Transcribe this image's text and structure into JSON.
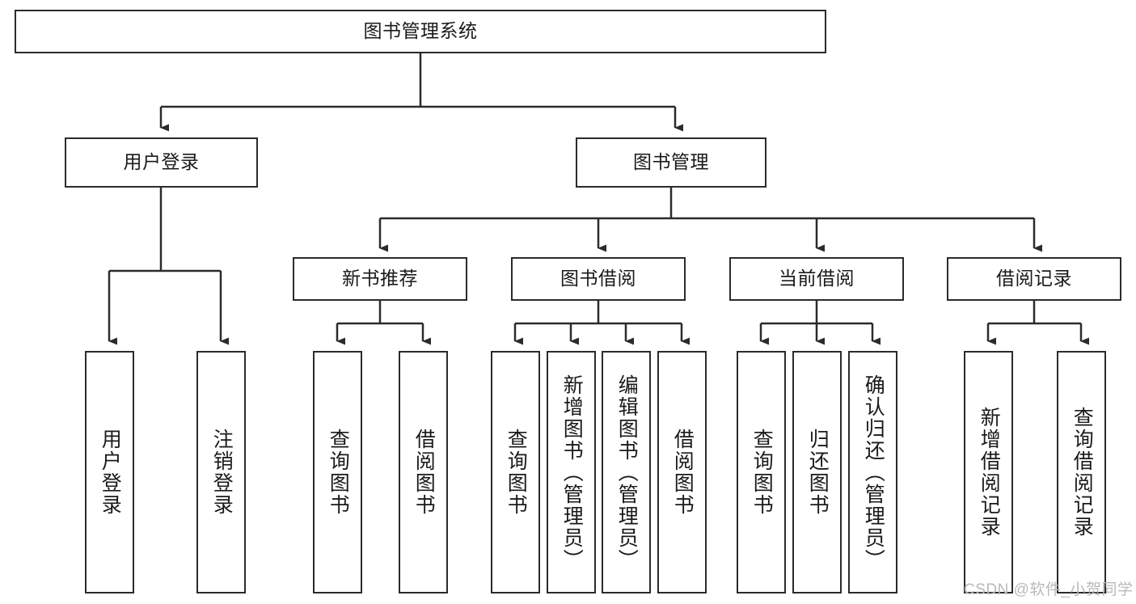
{
  "diagram": {
    "title": "图书管理系统",
    "type": "tree-hierarchy",
    "watermark": "CSDN @软件_小贺同学",
    "colors": {
      "stroke": "#2b2b2b",
      "fill": "#ffffff",
      "text": "#1a1a1a",
      "watermark": "#b9b9b9"
    },
    "levels": {
      "root": {
        "label": "图书管理系统"
      },
      "level2": [
        {
          "label": "用户登录"
        },
        {
          "label": "图书管理"
        }
      ],
      "level3": [
        {
          "label": "新书推荐"
        },
        {
          "label": "图书借阅"
        },
        {
          "label": "当前借阅"
        },
        {
          "label": "借阅记录"
        }
      ],
      "leaves": {
        "user_login": [
          {
            "label": "用户登录"
          },
          {
            "label": "注销登录"
          }
        ],
        "new_book_recommend": [
          {
            "label": "查询图书"
          },
          {
            "label": "借阅图书"
          }
        ],
        "book_borrow": [
          {
            "label": "查询图书"
          },
          {
            "label": "新增图书（管理员）"
          },
          {
            "label": "编辑图书（管理员）"
          },
          {
            "label": "借阅图书"
          }
        ],
        "current_borrow": [
          {
            "label": "查询图书"
          },
          {
            "label": "归还图书"
          },
          {
            "label": "确认归还（管理员）"
          }
        ],
        "borrow_record": [
          {
            "label": "新增借阅记录"
          },
          {
            "label": "查询借阅记录"
          }
        ]
      }
    }
  }
}
